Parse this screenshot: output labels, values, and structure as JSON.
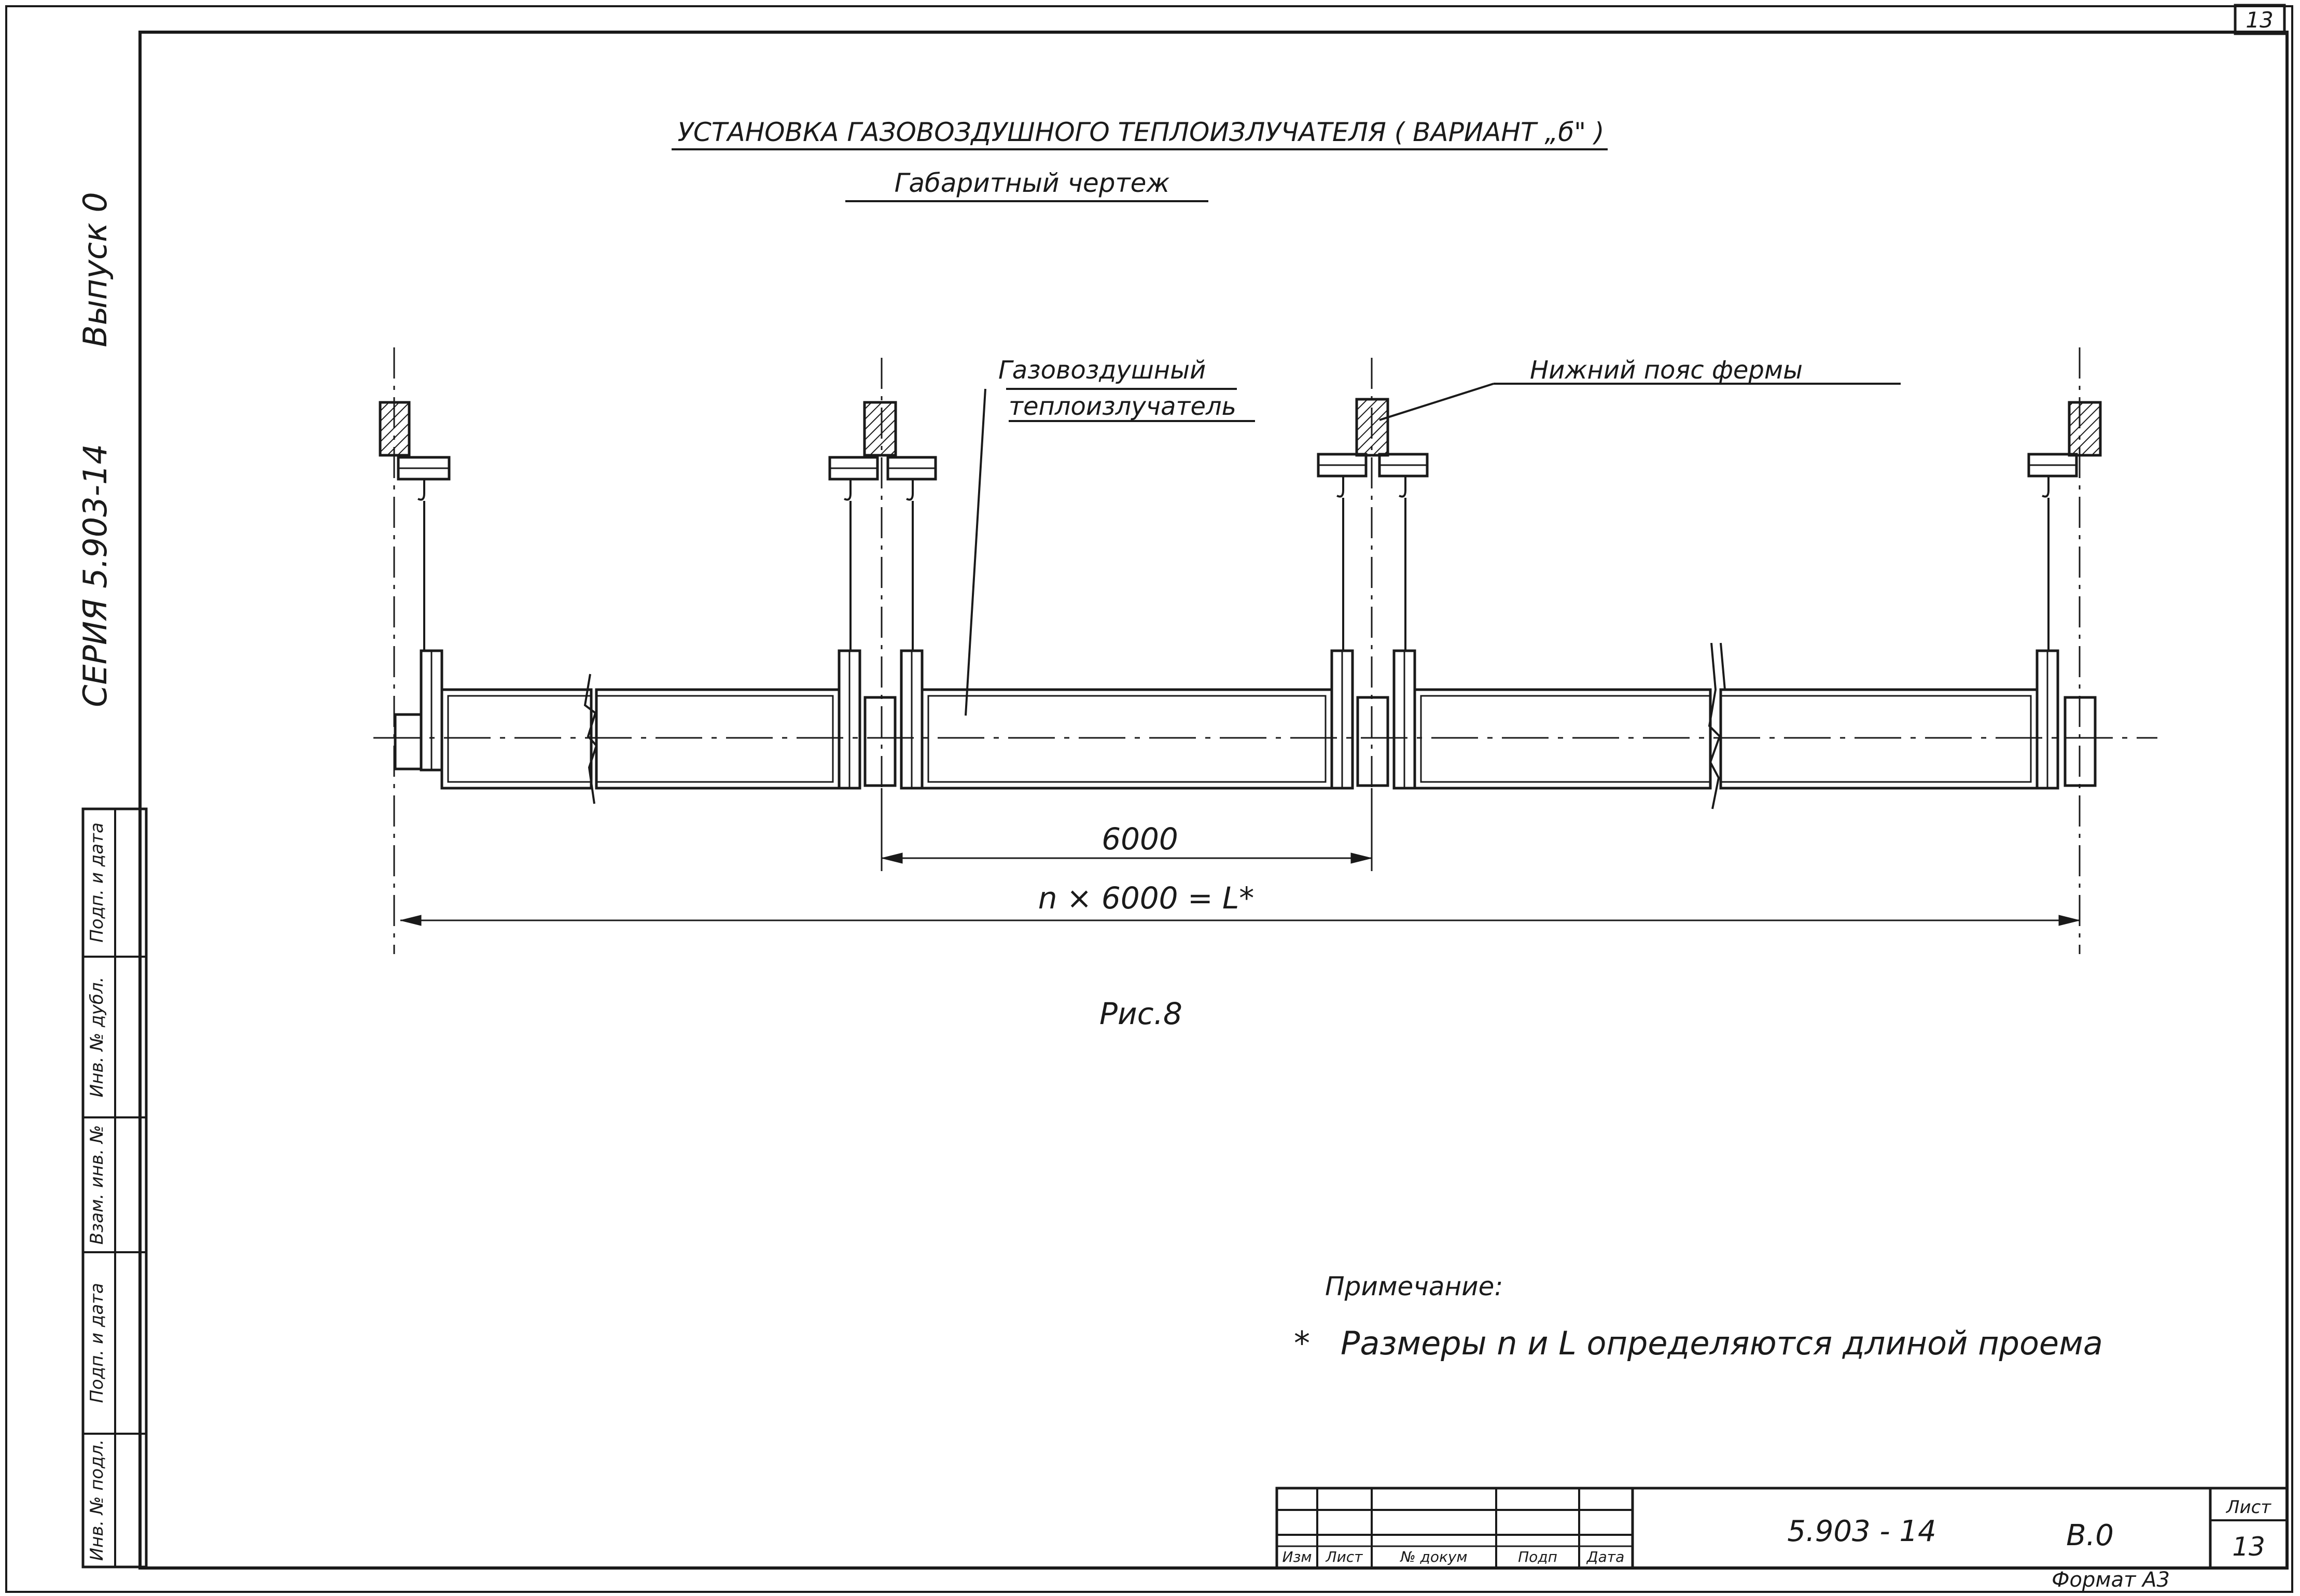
{
  "sheet": {
    "corner_sheet_number": "13",
    "title": "УСТАНОВКА ГАЗОВОЗДУШНОГО ТЕПЛОИЗЛУЧАТЕЛЯ ( ВАРИАНТ „б\" )",
    "subtitle": "Габаритный чертеж",
    "figure_caption": "Рис.8"
  },
  "side_labels": {
    "issue": "Выпуск 0",
    "series": "СЕРИЯ 5.903-14"
  },
  "side_stamp": [
    "Подп. и дата",
    "Инв. № дубл.",
    "Взам. инв. №",
    "Подп. и дата",
    "Инв. № подл."
  ],
  "callouts": {
    "heater_line1": "Газовоздушный",
    "heater_line2": "теплоизлучатель",
    "truss": "Нижний пояс фермы"
  },
  "dimensions": {
    "span": "6000",
    "total": "n × 6000 = L*"
  },
  "note": {
    "heading": "Примечание:",
    "asterisk": "*",
    "text": "Размеры n и L определяются длиной проема"
  },
  "title_block": {
    "headers": [
      "Изм",
      "Лист",
      "№ докум",
      "Подп",
      "Дата"
    ],
    "doc_code": "5.903 - 14",
    "section": "В.0",
    "sheet_label": "Лист",
    "sheet_number": "13",
    "format": "Формат А3"
  }
}
